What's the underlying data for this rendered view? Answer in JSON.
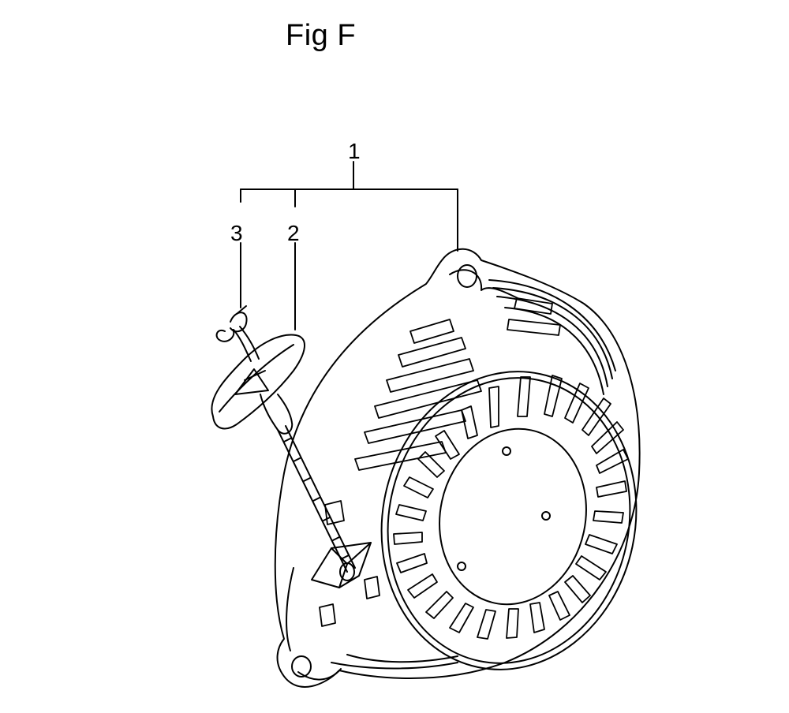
{
  "figure": {
    "title": "Fig F"
  },
  "callouts": [
    {
      "label": "1"
    },
    {
      "label": "2"
    },
    {
      "label": "3"
    }
  ]
}
